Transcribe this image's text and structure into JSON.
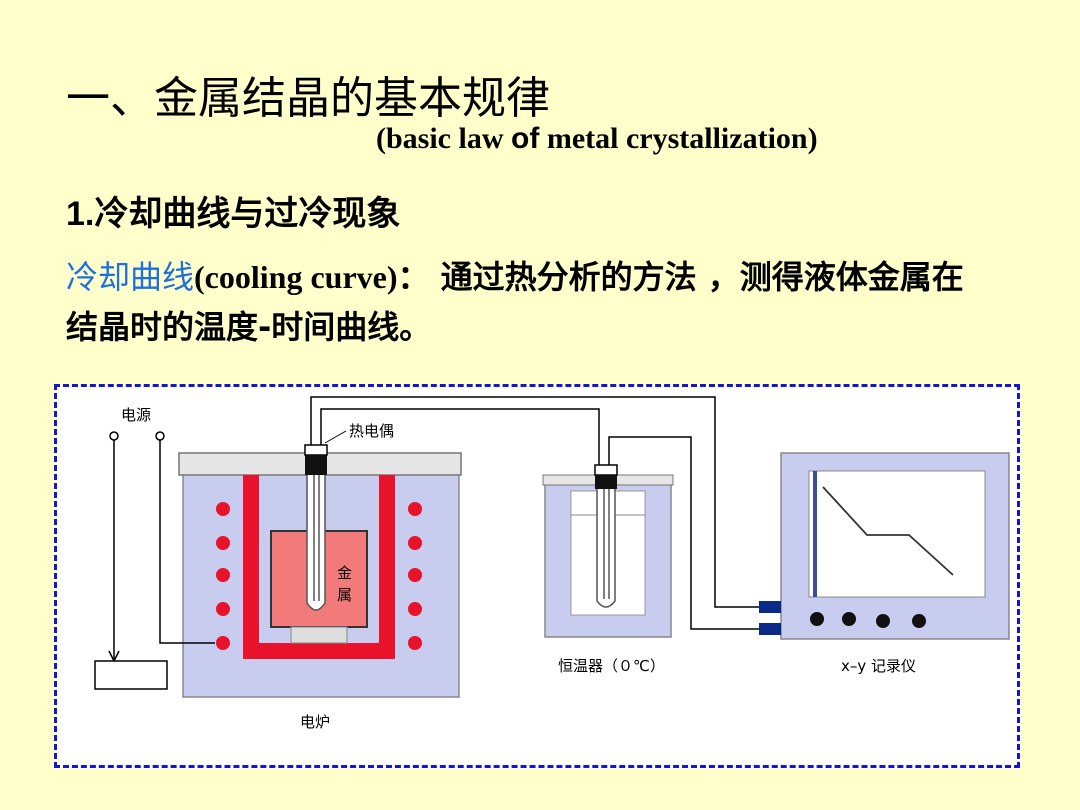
{
  "title": "一、金属结晶的基本规律",
  "subtitle": {
    "before": "(basic law ",
    "of": "of",
    "after": " metal crystallization)"
  },
  "section": {
    "number": "1.",
    "text": "冷却曲线与过冷现象"
  },
  "definition": {
    "term": "冷却曲线",
    "english": "(cooling curve)",
    "text": "： 通过热分析的方法 ，测得液体金属在结晶时的温度-时间曲线。"
  },
  "diagram": {
    "power_label": "电源",
    "thermocouple_label": "热电偶",
    "metal_label_1": "金",
    "metal_label_2": "属",
    "furnace_label": "电炉",
    "thermostat_label": "恒温器（０℃）",
    "recorder_label": "x–y 记录仪"
  },
  "colors": {
    "background": "#FFFFCC",
    "term": "#1E6FE0",
    "border": "#1414D8",
    "furnace_wall": "#E8132A",
    "metal": "#F27A7A",
    "panel": "#C8CCEE"
  }
}
